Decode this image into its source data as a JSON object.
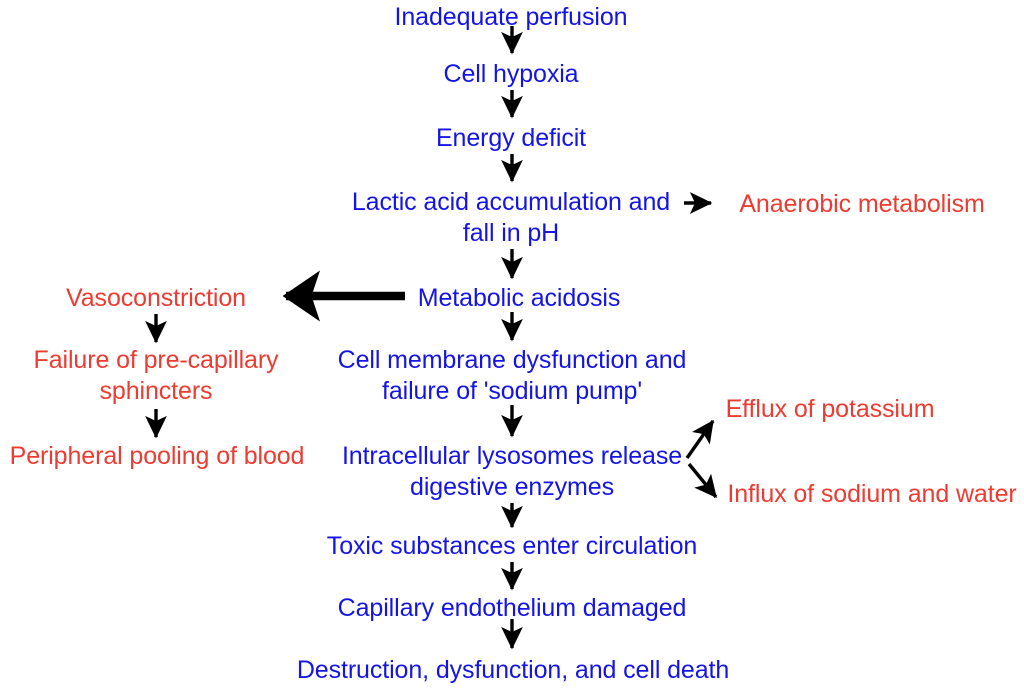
{
  "diagram": {
    "title_present": false,
    "colors": {
      "primary_text": "#1414e6",
      "secondary_text": "#ee3b31",
      "arrow": "#000000",
      "background": "#ffffff"
    },
    "nodes": {
      "inadequate_perfusion": "Inadequate perfusion",
      "cell_hypoxia": "Cell hypoxia",
      "energy_deficit": "Energy deficit",
      "lactic_acid": "Lactic acid accumulation and\nfall in pH",
      "anaerobic_metabolism": "Anaerobic metabolism",
      "metabolic_acidosis": "Metabolic acidosis",
      "vasoconstriction": "Vasoconstriction",
      "failure_sphincters": "Failure of pre-capillary\nsphincters",
      "peripheral_pooling": "Peripheral pooling of blood",
      "cell_membrane_dysfunction": "Cell membrane dysfunction and\nfailure of 'sodium pump'",
      "intracellular_lysosomes": "Intracellular lysosomes release\ndigestive enzymes",
      "efflux_potassium": "Efflux of potassium",
      "influx_sodium_water": "Influx of sodium and water",
      "toxic_substances": "Toxic substances enter circulation",
      "capillary_endothelium": "Capillary endothelium damaged",
      "destruction_dysfunction": "Destruction, dysfunction, and cell death"
    },
    "edges": [
      {
        "name": "perfusion-to-hypoxia",
        "from": "inadequate_perfusion",
        "to": "cell_hypoxia",
        "direction": "down"
      },
      {
        "name": "hypoxia-to-energy",
        "from": "cell_hypoxia",
        "to": "energy_deficit",
        "direction": "down"
      },
      {
        "name": "energy-to-lactic",
        "from": "energy_deficit",
        "to": "lactic_acid",
        "direction": "down"
      },
      {
        "name": "lactic-to-anaerobic",
        "from": "lactic_acid",
        "to": "anaerobic_metabolism",
        "direction": "right"
      },
      {
        "name": "lactic-to-acidosis",
        "from": "lactic_acid",
        "to": "metabolic_acidosis",
        "direction": "down"
      },
      {
        "name": "acidosis-to-vasoconstriction",
        "from": "metabolic_acidosis",
        "to": "vasoconstriction",
        "direction": "left",
        "weight": "thick"
      },
      {
        "name": "vasoconstriction-to-sphincters",
        "from": "vasoconstriction",
        "to": "failure_sphincters",
        "direction": "down"
      },
      {
        "name": "sphincters-to-pooling",
        "from": "failure_sphincters",
        "to": "peripheral_pooling",
        "direction": "down"
      },
      {
        "name": "acidosis-to-membrane",
        "from": "metabolic_acidosis",
        "to": "cell_membrane_dysfunction",
        "direction": "down"
      },
      {
        "name": "membrane-to-lysosomes",
        "from": "cell_membrane_dysfunction",
        "to": "intracellular_lysosomes",
        "direction": "down"
      },
      {
        "name": "lysosomes-to-efflux",
        "from": "intracellular_lysosomes",
        "to": "efflux_potassium",
        "direction": "up-right"
      },
      {
        "name": "lysosomes-to-influx",
        "from": "intracellular_lysosomes",
        "to": "influx_sodium_water",
        "direction": "down-right"
      },
      {
        "name": "lysosomes-to-toxic",
        "from": "intracellular_lysosomes",
        "to": "toxic_substances",
        "direction": "down"
      },
      {
        "name": "toxic-to-capillary",
        "from": "toxic_substances",
        "to": "capillary_endothelium",
        "direction": "down"
      },
      {
        "name": "capillary-to-destruction",
        "from": "capillary_endothelium",
        "to": "destruction_dysfunction",
        "direction": "down"
      }
    ]
  }
}
